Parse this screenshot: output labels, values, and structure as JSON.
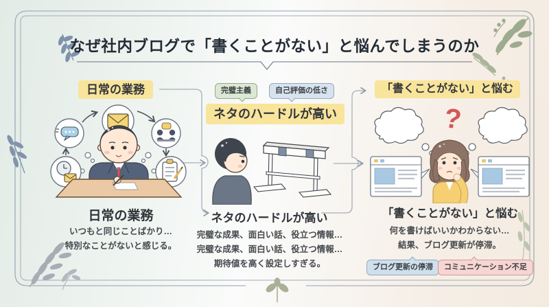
{
  "title": {
    "text": "なぜ社内ブログで「書くことがない」と悩んでしまうのか"
  },
  "flow": {
    "daily": {
      "label": "日常の業務",
      "heading": "日常の業務",
      "lines": [
        "いつもと同じことばかり…",
        "特別なことがないと感じる。"
      ]
    },
    "hurdle": {
      "badges": [
        "完璧主義",
        "自己評価の低さ"
      ],
      "label": "ネタのハードルが高い",
      "heading": "ネタのハードルが高い",
      "lines": [
        "完璧な成果、面白い話、役立つ情報…",
        "完璧な成果、面白い話、役立つ情報…",
        "期待値を高く設定しすぎる。"
      ]
    },
    "worry": {
      "label": "「書くことがない」と悩む",
      "heading": "「書くことがない」と悩む",
      "lines": [
        "何を書けばいいかわからない…",
        "結果、ブログ更新が停滞。"
      ],
      "badges": [
        "ブログ更新の停滞",
        "コミュニケーション不足"
      ]
    }
  },
  "icons": {
    "question_mark": "?"
  },
  "colors": {
    "background_left": "#e2ebe6",
    "background_right": "#f4ebe0",
    "accent_yellow": "#f8e49b",
    "badge_green": "#dce8d4",
    "badge_blue": "#d7e3ef",
    "badge_pink": "#f6d5d2",
    "question_red": "#d45757",
    "frame_gray": "#93a0ad",
    "leaf_blue": "#7e92ab",
    "leaf_sage": "#9dab8f",
    "text_dark": "#2f3439"
  }
}
